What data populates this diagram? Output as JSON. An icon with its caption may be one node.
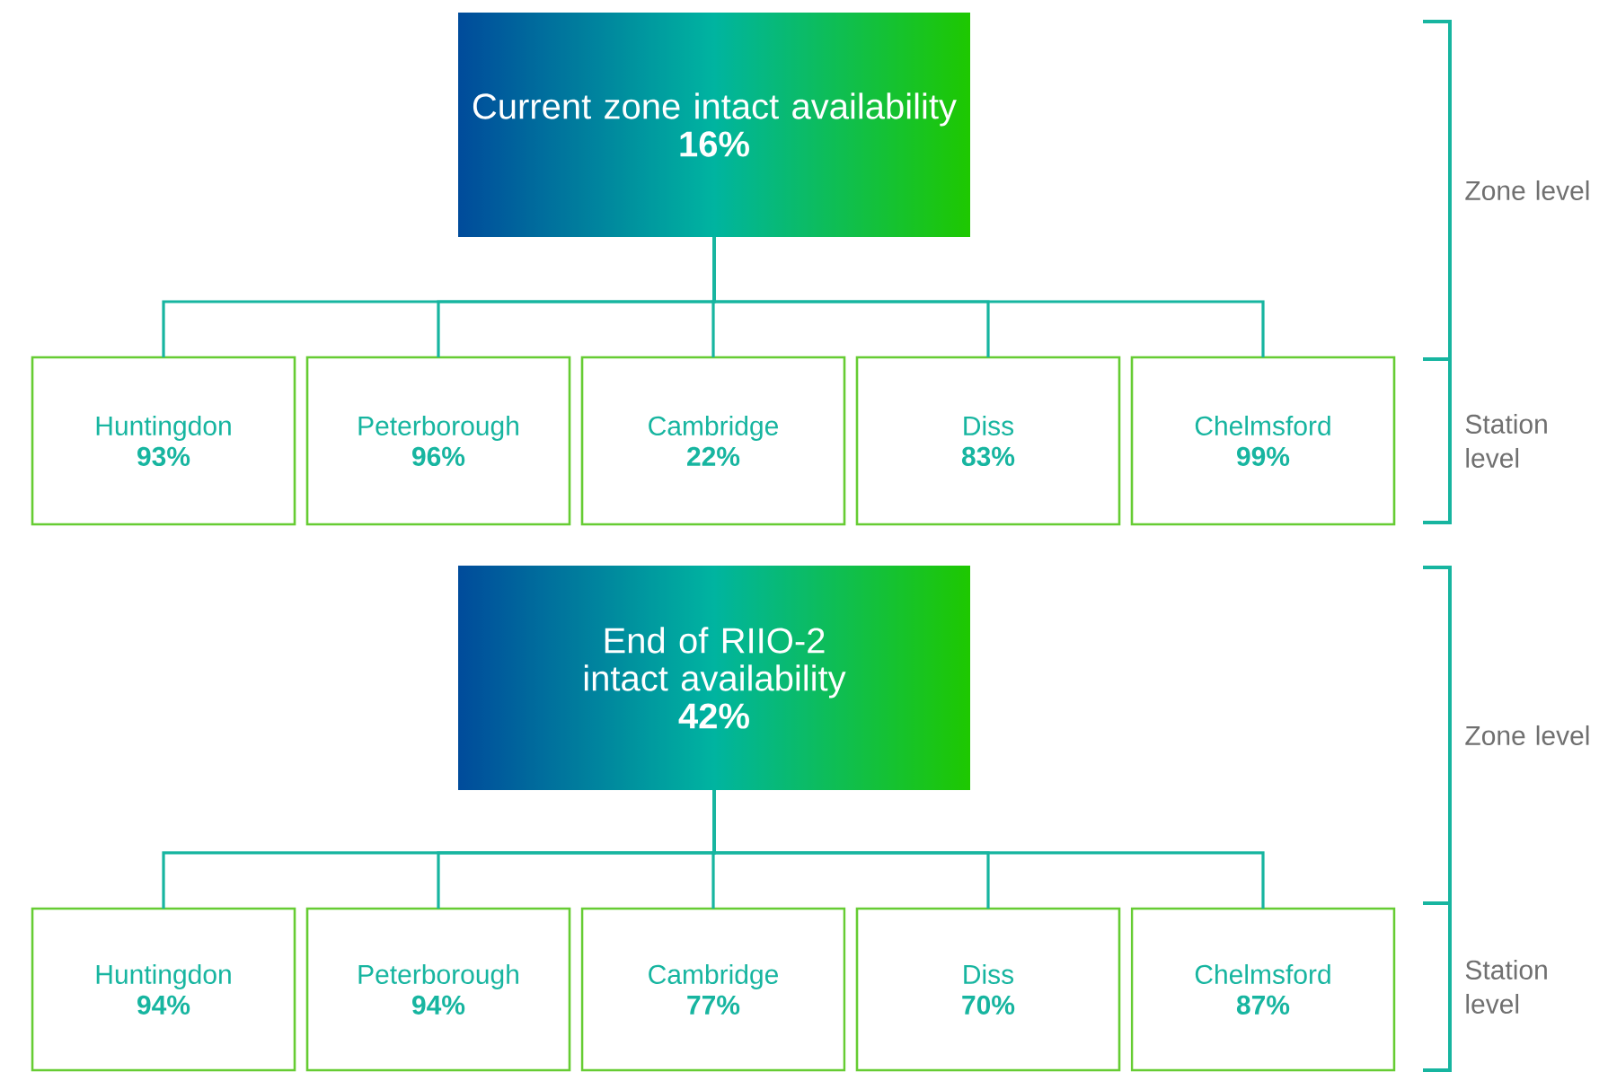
{
  "diagram": {
    "nodes": [
      {
        "text": [
          "Current zone intact availability",
          "16%"
        ]
      },
      {
        "text": [
          "Huntingdon",
          "93%"
        ]
      },
      {
        "text": [
          "Peterborough",
          "96%"
        ]
      },
      {
        "text": [
          "Cambridge",
          "22%"
        ]
      },
      {
        "text": [
          "Diss",
          "83%"
        ]
      },
      {
        "text": [
          "Chelmsford",
          "99%"
        ]
      },
      {
        "text": [
          "End of RIIO-2 intact availability",
          "42%"
        ]
      },
      {
        "text": [
          "Huntingdon",
          "94%"
        ]
      },
      {
        "text": [
          "Peterborough",
          "94%"
        ]
      },
      {
        "text": [
          "Cambridge",
          "77%"
        ]
      },
      {
        "text": [
          "Diss",
          "70%"
        ]
      },
      {
        "text": [
          "Chelmsford",
          "87%"
        ]
      }
    ],
    "edges": [
      {
        "from": 0,
        "to": 1,
        "arrow": "none"
      },
      {
        "from": 0,
        "to": 2,
        "arrow": "none"
      },
      {
        "from": 0,
        "to": 3,
        "arrow": "none"
      },
      {
        "from": 0,
        "to": 4,
        "arrow": "none"
      },
      {
        "from": 0,
        "to": 5,
        "arrow": "none"
      },
      {
        "from": 6,
        "to": 7,
        "arrow": "none"
      },
      {
        "from": 6,
        "to": 8,
        "arrow": "none"
      },
      {
        "from": 6,
        "to": 9,
        "arrow": "none"
      },
      {
        "from": 6,
        "to": 10,
        "arrow": "none"
      },
      {
        "from": 6,
        "to": 11,
        "arrow": "none"
      }
    ],
    "labels": [
      "Zone level",
      "Station level",
      "Zone level",
      "Station level"
    ]
  }
}
